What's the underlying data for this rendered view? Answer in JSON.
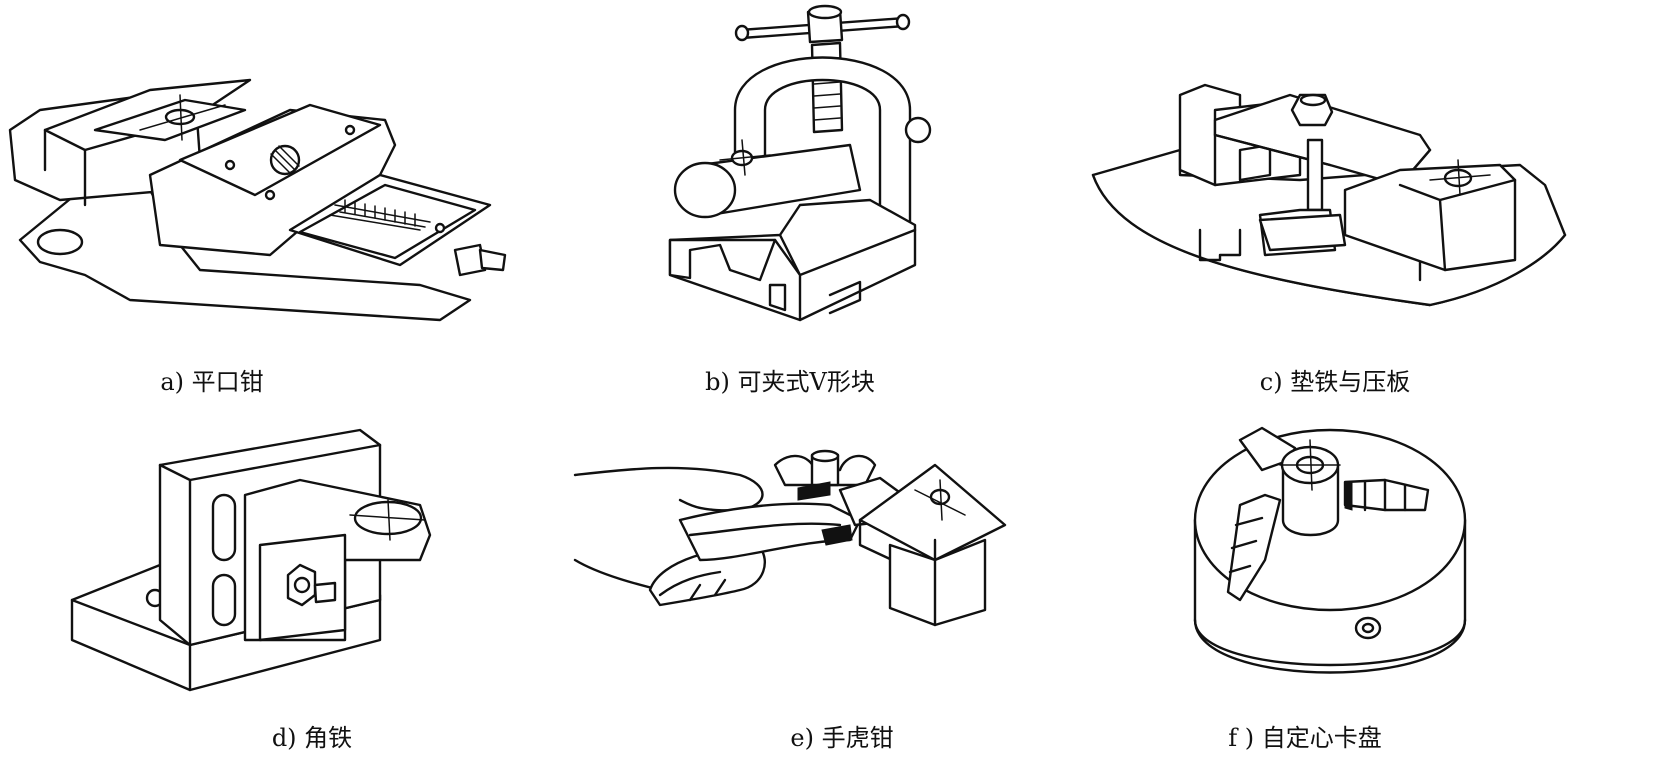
{
  "figures": [
    {
      "id": "a",
      "caption": "a) 平口钳"
    },
    {
      "id": "b",
      "caption": "b) 可夹式V形块"
    },
    {
      "id": "c",
      "caption": "c) 垫铁与压板"
    },
    {
      "id": "d",
      "caption": "d) 角铁"
    },
    {
      "id": "e",
      "caption": "e) 手虎钳"
    },
    {
      "id": "f",
      "caption": "f ) 自定心卡盘"
    }
  ]
}
